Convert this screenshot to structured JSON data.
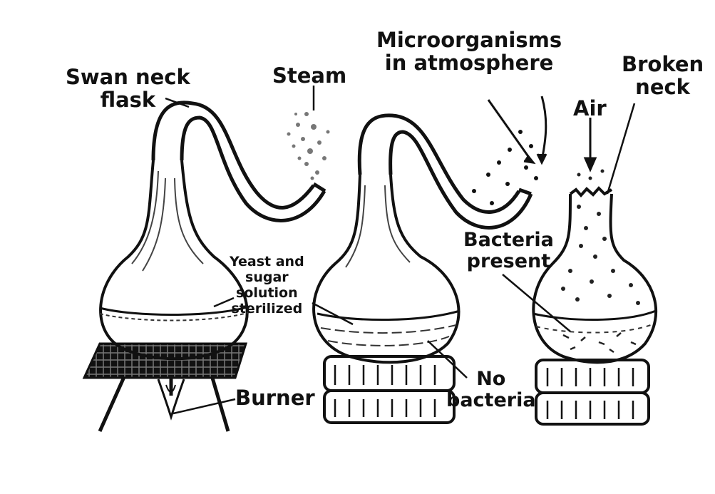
{
  "labels": {
    "swan_neck_flask": [
      "Swan neck",
      "flask"
    ],
    "steam": [
      "Steam"
    ],
    "microorganisms": [
      "Microorganisms",
      "in atmosphere"
    ],
    "air": [
      "Air"
    ],
    "broken_neck": [
      "Broken",
      "neck"
    ],
    "yeast_sugar": [
      "Yeast and",
      "sugar",
      "solution",
      "sterilized"
    ],
    "bacteria_present": [
      "Bacteria",
      "present"
    ],
    "burner": [
      "Burner"
    ],
    "no_bacteria": [
      "No",
      "bacteria"
    ]
  },
  "colors": {
    "ink": "#111111",
    "grey": "#555555",
    "paper": "#ffffff"
  }
}
